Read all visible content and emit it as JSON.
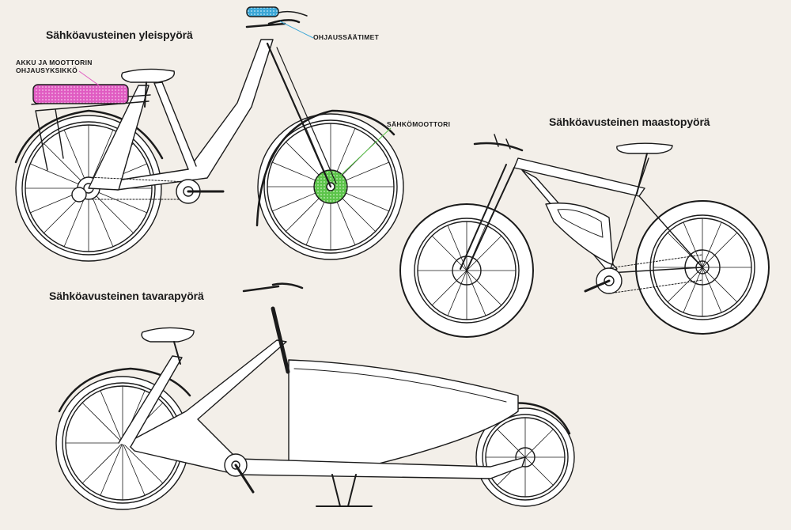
{
  "titles": {
    "city_bike": "Sähköavusteinen yleispyörä",
    "mountain_bike": "Sähköavusteinen maastopyörä",
    "cargo_bike": "Sähköavusteinen tavarapyörä"
  },
  "callouts": {
    "battery_line1": "AKKU JA MOOTTORIN",
    "battery_line2": "OHJAUSYKSIKKÖ",
    "controls": "OHJAUSSÄÄTIMET",
    "motor": "SÄHKÖMOOTTORI"
  },
  "colors": {
    "background": "#f3efe9",
    "line": "#1b1b1b",
    "battery_highlight": "#e05cc2",
    "controls_highlight": "#3aa6d6",
    "motor_highlight": "#5cc44a",
    "frame_fill": "#ffffff"
  }
}
